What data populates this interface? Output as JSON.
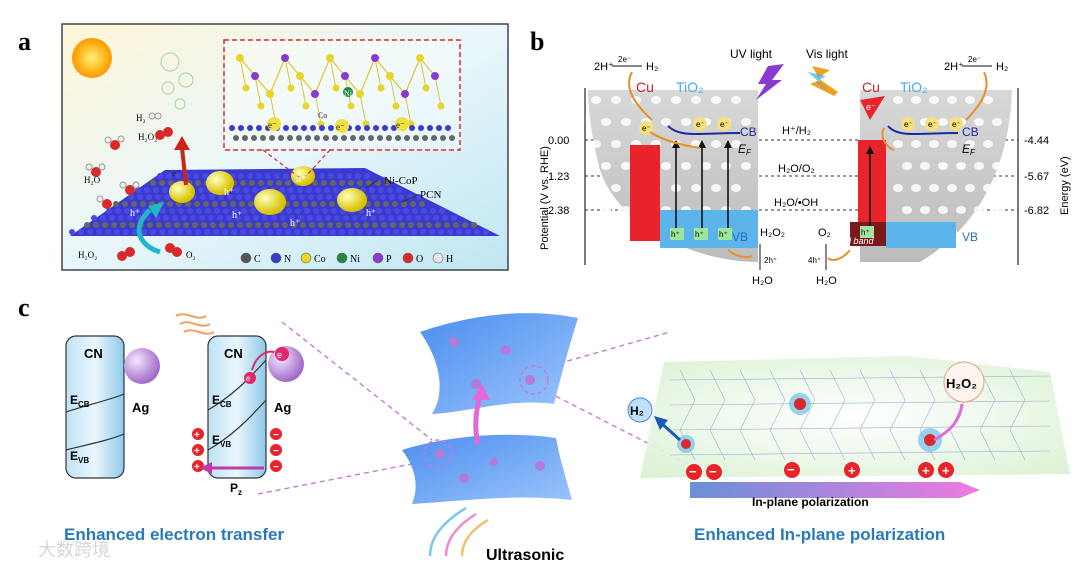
{
  "panels": {
    "a": {
      "letter": "a",
      "labels": {
        "h2": "H₂",
        "h2o2_top": "H₂O₂",
        "h2o": "H₂O",
        "h2o2_bottom": "H₂O₂",
        "o2": "O₂",
        "nicop": "Ni-CoP",
        "pcn": "PCN",
        "e": "e⁻",
        "h": "h⁺",
        "co": "Co",
        "ni": "Ni"
      },
      "legend": [
        {
          "sym": "C",
          "color": "#555555"
        },
        {
          "sym": "N",
          "color": "#3a3ad0"
        },
        {
          "sym": "Co",
          "color": "#e8d42a"
        },
        {
          "sym": "Ni",
          "color": "#1f8a3a"
        },
        {
          "sym": "P",
          "color": "#8a3ad0"
        },
        {
          "sym": "O",
          "color": "#d82a2a"
        },
        {
          "sym": "H",
          "color": "#e8e8e8"
        }
      ]
    },
    "b": {
      "letter": "b",
      "left_axis_label": "Potential (V vs. RHE)",
      "right_axis_label": "Energy (eV)",
      "left_ticks": [
        "0.00",
        "1.23",
        "2.38"
      ],
      "right_ticks": [
        "-4.44",
        "-5.67",
        "-6.82"
      ],
      "uv_light": "UV light",
      "vis_light": "Vis light",
      "cu": "Cu",
      "tio2": "TiO₂",
      "reaction_h2_left": "2H⁺",
      "reaction_2e": "2e⁻",
      "reaction_h2": "H₂",
      "cb": "CB",
      "vb": "VB",
      "ef": "E",
      "ef_sub": "F",
      "hh2": "H⁺/H₂",
      "h2o_o2": "H₂O/O₂",
      "h2o_oh": "H₂O/•OH",
      "h2o2": "H₂O₂",
      "h2o": "H₂O",
      "o2": "O₂",
      "two_h": "2h⁺",
      "four_h": "4h⁺",
      "d_band": "d band",
      "e": "e⁻",
      "h": "h⁺"
    },
    "c": {
      "letter": "c",
      "cn": "CN",
      "ag": "Ag",
      "ecb": "E",
      "ecb_sub": "CB",
      "evb": "E",
      "evb_sub": "VB",
      "pz": "P",
      "pz_sub": "z",
      "e": "e",
      "caption_left": "Enhanced electron transfer",
      "ultrasonic": "Ultrasonic",
      "caption_right": "Enhanced In-plane polarization",
      "h2": "H₂",
      "h2o2": "H₂O₂",
      "polarization": "In-plane polarization",
      "signs": [
        "−",
        "−",
        "−",
        "+",
        "+",
        "+"
      ]
    }
  },
  "watermark": "大数跨境"
}
